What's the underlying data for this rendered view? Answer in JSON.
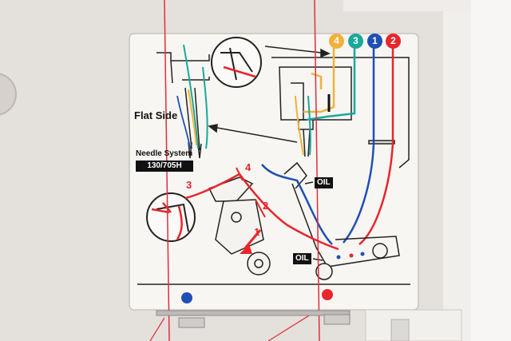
{
  "diagram": {
    "flat_side_label": "Flat Side",
    "needle_system_label": "Needle System",
    "needle_spec": "130/705H",
    "oil_labels": [
      "OIL",
      "OIL"
    ],
    "thread_numbers": {
      "looper_red_3": "3",
      "looper_red_4": "4",
      "looper_red_2": "2",
      "looper_red_1": "1"
    },
    "thread_badges": [
      {
        "number": "4",
        "color": "#f2b13a"
      },
      {
        "number": "3",
        "color": "#1aa89a"
      },
      {
        "number": "1",
        "color": "#1f4fb5"
      },
      {
        "number": "2",
        "color": "#e8262b"
      }
    ]
  },
  "colors": {
    "thread_red": "#e8262b",
    "thread_blue": "#1f4fb5",
    "thread_teal": "#1aa89a",
    "thread_yellow": "#f2b13a",
    "panel": "#f7f6f3"
  }
}
